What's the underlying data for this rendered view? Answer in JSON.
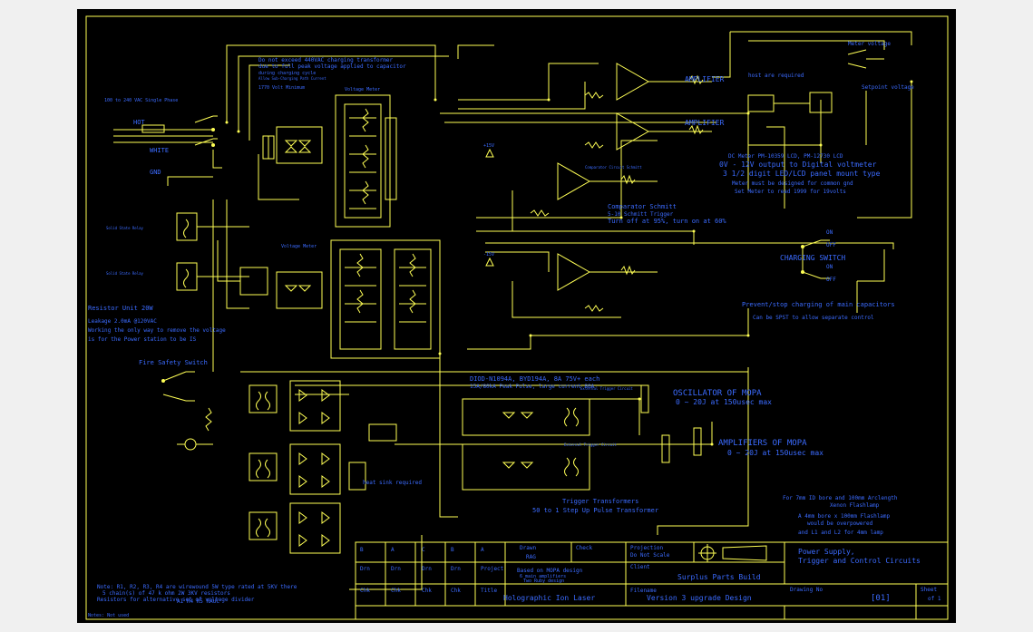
{
  "notes": {
    "charging_warning": [
      "Do not exceed 440VAC charging transformer",
      "due to full peak voltage applied to capacitor",
      "during charging cycle",
      "Allow Sub-Charging Path Current",
      "1770 Volt Minimum"
    ],
    "ac_input": "100 to 240 VAC Single Phase",
    "hot_label": "HOT",
    "white_label": "WHITE",
    "gnd_label": "GND",
    "safety_switch": "Fire Safety Switch",
    "resistor_note": [
      "Resistor Unit 20W",
      "Leakage 2.0mA @120VAC",
      "Working the only way to remove the voltage",
      "is for the Power station to be IS"
    ],
    "solid_state_relay_1": "Solid State Relay",
    "solid_state_relay_2": "Solid State Relay",
    "voltage_meter": "Voltage Meter",
    "amplifier_1": "AMPLIFIER",
    "amplifier_2": "AMPLIFIER",
    "host_required": "host are required",
    "meter_setpoint": "Meter voltage",
    "setpoint_voltage": "Setpoint voltage",
    "dc_meter": [
      "DC Meter PM-10359 LCD, PM-12730 LCD",
      "0V - 12V output to  Digital voltmeter",
      "3 1/2 digit LED/LCD panel mount type",
      "Meter must be designed for common gnd",
      "Set Meter to read 1999 for 19volts"
    ],
    "comparator_1": "Comparator Circuit Schmitt",
    "comparator_desc": [
      "Comparator Schmitt",
      "5-10 Schmitt Trigger",
      "Turn off at 95%, turn on at 60%"
    ],
    "charging_switch": "CHARGING SWITCH",
    "on_label": "ON",
    "off_label": "OFF",
    "prevent_note": "Prevent/stop charging of main capacitors",
    "spst_note": "Can be SPST to allow separate control",
    "diodes_note": [
      "DIOD-N1094A, BYD194A, 8A 75V+ each",
      "15A/80kA Peak Pulse, large current 80A"
    ],
    "external_trigger_1": "External Trigger Circuit",
    "external_trigger_2": "External Trigger Circuit",
    "oscillator_title": "OSCILLATOR OF MOPA",
    "oscillator_value": "0 ~ 20J at 150usec max",
    "amplifiers_title": "AMPLIFIERS OF MOPA",
    "amplifiers_value": "0 ~ 20J at 150usec max",
    "heat_sink": "heat sink required",
    "trigger_transformers": [
      "Trigger Transformers",
      "50 to 1 Step Up Pulse Transformer"
    ],
    "flash_note": [
      "For 7mm ID bore and 100mm Arclength",
      "Xenon Flashlamp",
      "A 4mm bore x 100mm Flashlamp",
      "would be overpowered",
      "and L1 and L2 for 4mm lamp"
    ],
    "bottom_note": [
      "Note: R1, R2, R3, R4 are wirewound 5W type rated at 5KV there",
      "5 chain(s) of 47 k ohm 2W 3KV resistors",
      "Resistors for alternative set of voltage divider",
      "A1 R4 R5 RAUC"
    ],
    "notes_label": "Notes: Not used",
    "plus15v": "+15V",
    "minus15v": "-15V"
  },
  "title_block": {
    "revision_headers": [
      "B",
      "A",
      "C",
      "B",
      "A"
    ],
    "drawn_label": "Drawn",
    "drawn_value": "RAG",
    "check_label": "Check",
    "row2_labels": [
      "Drn",
      "Drn",
      "Drn",
      "Drn"
    ],
    "project_label": "Project",
    "project_value": "Based on MOPA design",
    "project_value2": "6 main amplifiers",
    "project_value3": "Two Ruby design",
    "row3_labels": [
      "Chk",
      "Chk",
      "Chk",
      "Chk"
    ],
    "title_label": "Title",
    "title_value": "Holographic Ion Laser",
    "projection_label": "Projection",
    "projection_value": "Do Not Scale",
    "client_label": "Client",
    "client_value": "Surplus Parts Build",
    "filename_label": "Filename",
    "filename_value": "Version 3 upgrade Design",
    "drawing_title_1": "Power Supply,",
    "drawing_title_2": "Trigger and Control Circuits",
    "drawing_no_label": "Drawing No",
    "drawing_no_value": "[01]",
    "sheet_label": "Sheet",
    "sheet_value": "of 1"
  },
  "colors": {
    "background": "#000000",
    "wire": "#ffff55",
    "annotation": "#3b6bff",
    "canvas": "#f0f0f0"
  }
}
